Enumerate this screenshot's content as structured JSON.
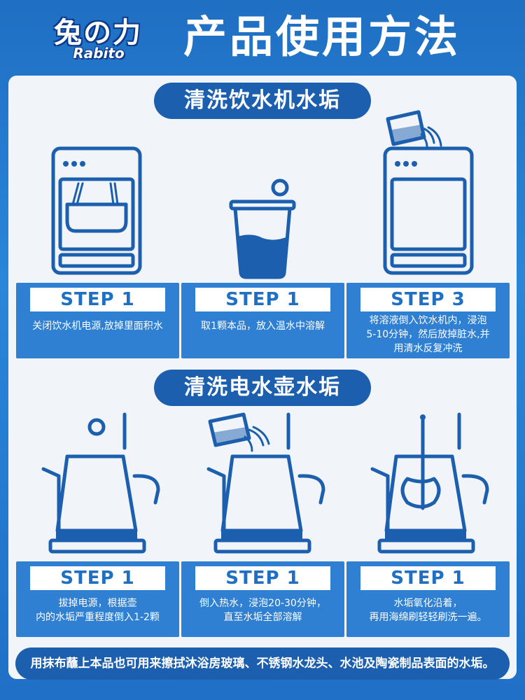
{
  "header": {
    "logo_cn": "兔の力",
    "logo_en": "Rabito",
    "title": "产品使用方法"
  },
  "sections": [
    {
      "title": "清洗饮水机水垢",
      "steps": [
        {
          "label": "STEP 1",
          "desc_lines": [
            "关闭饮水机电源,放掉里面积水"
          ],
          "icon": "water-dispenser-draining-icon"
        },
        {
          "label": "STEP 1",
          "desc_lines": [
            "取1颗本品，放入温水中溶解"
          ],
          "icon": "cup-with-tablet-icon"
        },
        {
          "label": "STEP 3",
          "desc_lines": [
            "将溶液倒入饮水机内，浸泡",
            "5-10分钟，然后放掉脏水,并",
            "用清水反复冲洗"
          ],
          "icon": "water-dispenser-pouring-icon"
        }
      ]
    },
    {
      "title": "清洗电水壶水垢",
      "steps": [
        {
          "label": "STEP 1",
          "desc_lines": [
            "拔掉电源，根据壶",
            "内的水垢严重程度倒入1-2颗"
          ],
          "icon": "kettle-with-tablet-icon"
        },
        {
          "label": "STEP 1",
          "desc_lines": [
            "倒入热水，浸泡20-30分钟，",
            "直至水垢全部溶解"
          ],
          "icon": "kettle-pouring-water-icon"
        },
        {
          "label": "STEP 1",
          "desc_lines": [
            "水垢氧化沿着，",
            "再用海绵刷轻轻刷洗一遍。"
          ],
          "icon": "kettle-sponge-brush-icon"
        }
      ]
    }
  ],
  "footer": "用抹布蘸上本品也可用来擦拭沐浴房玻璃、不锈钢水龙头、水池及陶瓷制品表面的水垢。",
  "colors": {
    "primary": "#1c5fae",
    "card": "#2f7fd2",
    "panel": "#f1f4f8",
    "background": "#2a86d8"
  }
}
